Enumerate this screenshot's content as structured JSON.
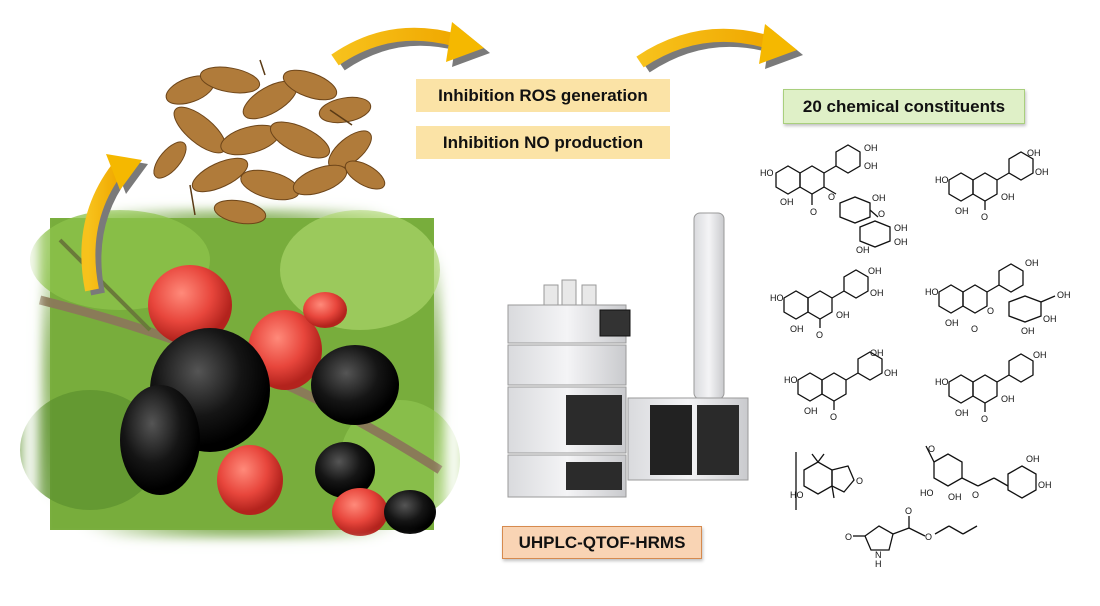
{
  "labels": {
    "ros": "Inhibition ROS generation",
    "no": "Inhibition NO production",
    "constituents": "20 chemical constituents",
    "instrument": "UHPLC-QTOF-HRMS"
  },
  "atoms": {
    "oh": "OH",
    "ho": "HO",
    "o": "O",
    "nh": "N",
    "h": "H"
  },
  "colors": {
    "arrow_yellow": "#f5b800",
    "arrow_shadow": "#7a7a7a",
    "ros_box": "#fbe3a6",
    "chem_box": "#dff0c7",
    "hrms_box": "#f9d4b4"
  }
}
